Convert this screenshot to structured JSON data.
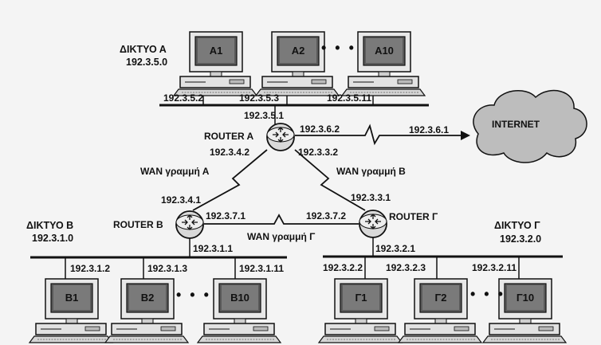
{
  "networks": {
    "a": {
      "name": "ΔΙΚΤΥΟ Α",
      "address": "192.3.5.0"
    },
    "b": {
      "name": "ΔΙΚΤΥΟ Β",
      "address": "192.3.1.0"
    },
    "g": {
      "name": "ΔΙΚΤΥΟ Γ",
      "address": "192.3.2.0"
    }
  },
  "computers": {
    "a": [
      "A1",
      "A2",
      "A10"
    ],
    "b": [
      "B1",
      "B2",
      "B10"
    ],
    "g": [
      "Γ1",
      "Γ2",
      "Γ10"
    ]
  },
  "ellipsis": "• • •",
  "hosts": {
    "a": [
      "192.3.5.2",
      "192.3.5.3",
      "192.3.5.11"
    ],
    "b": [
      "192.3.1.2",
      "192.3.1.3",
      "192.3.1.11"
    ],
    "g": [
      "192.3.2.2",
      "192.3.2.3",
      "192.3.2.11"
    ]
  },
  "routers": {
    "a": {
      "name": "ROUTER A",
      "lan_ip": "192.3.5.1",
      "internet_ip": "192.3.6.2",
      "wan_a_ip": "192.3.4.2",
      "wan_b_ip": "192.3.3.2"
    },
    "b": {
      "name": "ROUTER B",
      "lan_ip": "192.3.1.1",
      "wan_a_ip": "192.3.4.1",
      "wan_g_ip": "192.3.7.1"
    },
    "g": {
      "name": "ROUTER Γ",
      "lan_ip": "192.3.2.1",
      "wan_b_ip": "192.3.3.1",
      "wan_g_ip": "192.3.7.2"
    }
  },
  "wan_links": {
    "a": "WAN γραμμή Α",
    "b": "WAN γραμμή Β",
    "g": "WAN γραμμή Γ"
  },
  "internet": {
    "label": "INTERNET",
    "ip": "192.3.6.1"
  }
}
